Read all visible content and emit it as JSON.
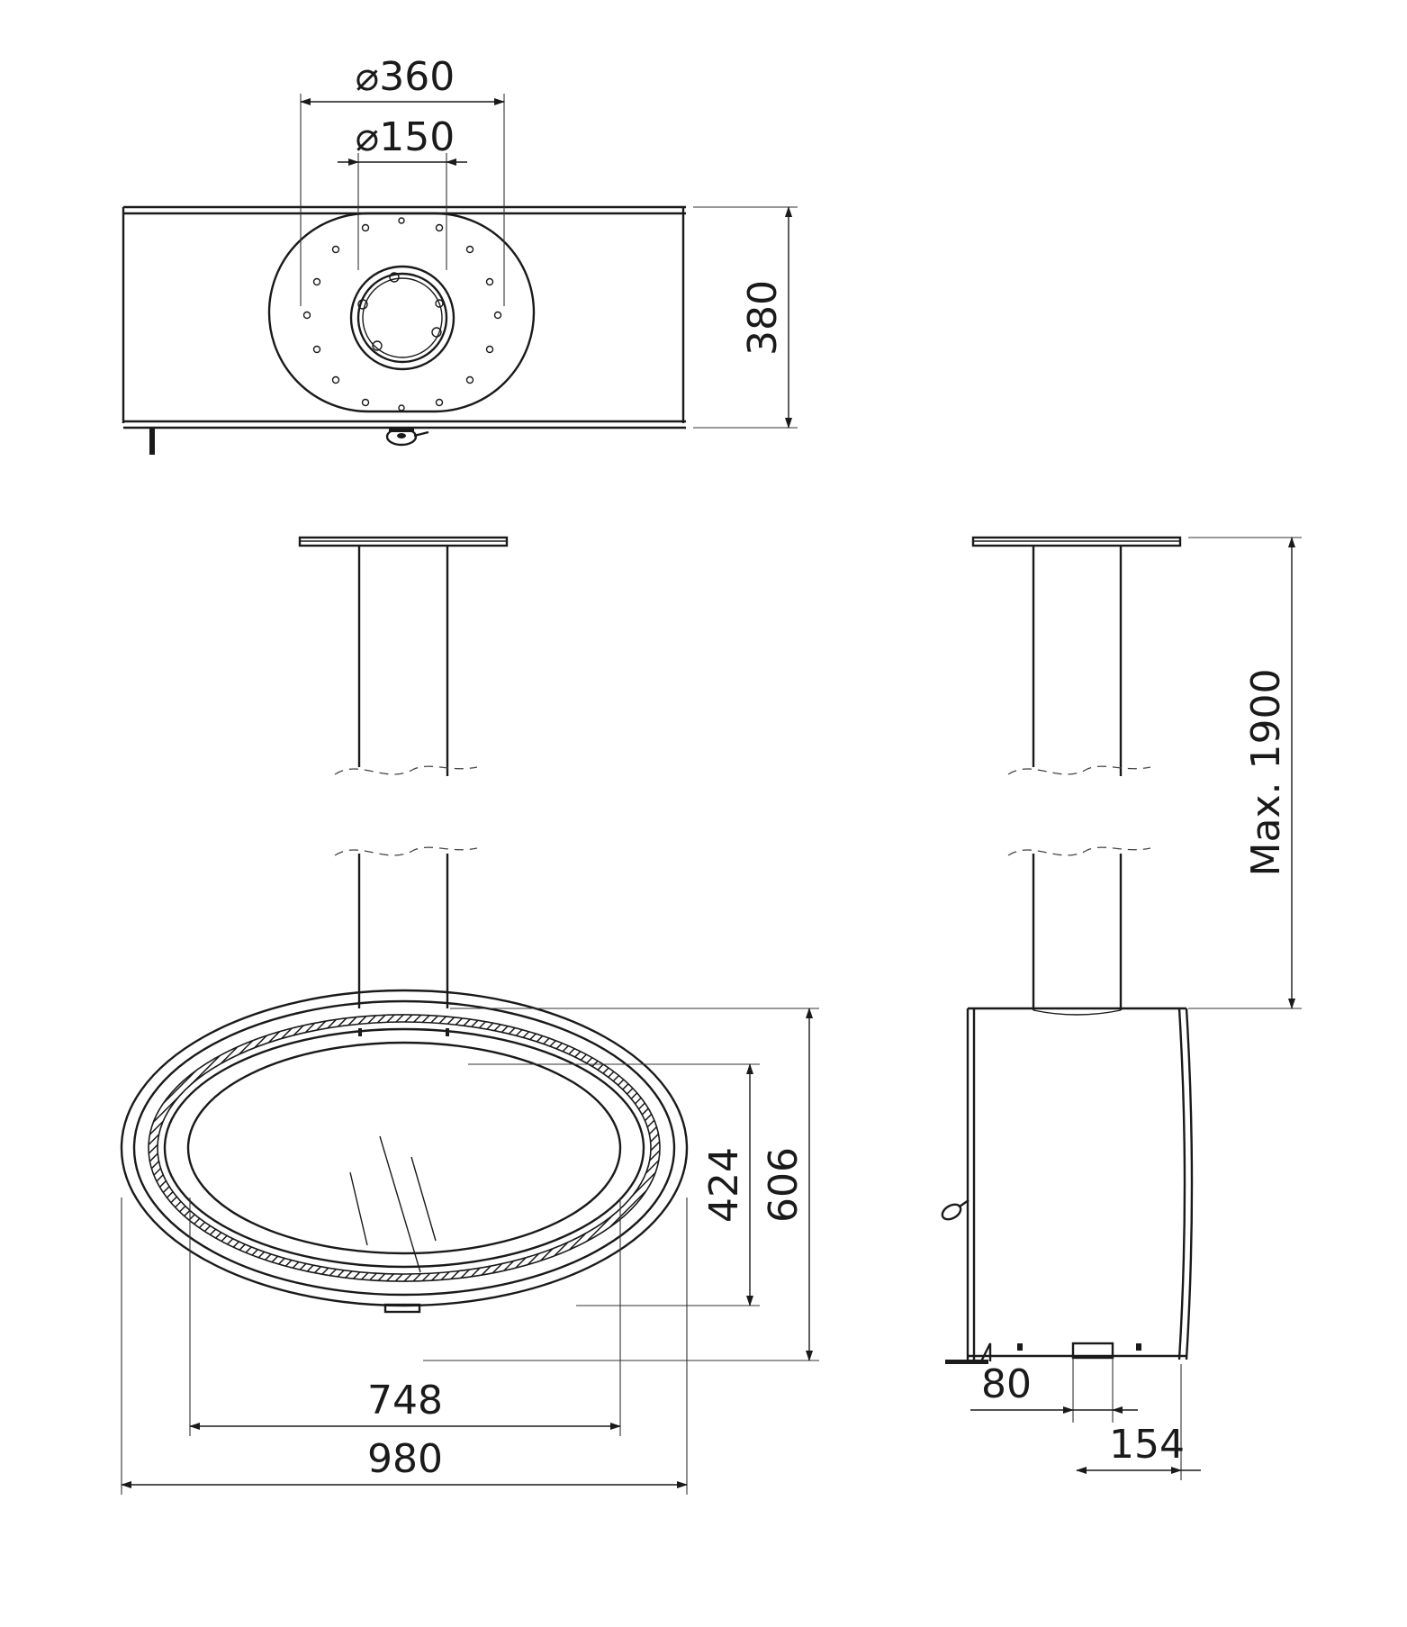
{
  "dimensions": {
    "flue_outer": "360",
    "flue_inner": "150",
    "depth": "380",
    "max_height": "Max. 1900",
    "body_height": "606",
    "glass_height": "424",
    "glass_width": "748",
    "body_width": "980",
    "outlet_width": "80",
    "outlet_offset": "154"
  },
  "diameter_symbol": "⌀",
  "colors": {
    "line": "#1a1a1a",
    "background": "#ffffff"
  }
}
